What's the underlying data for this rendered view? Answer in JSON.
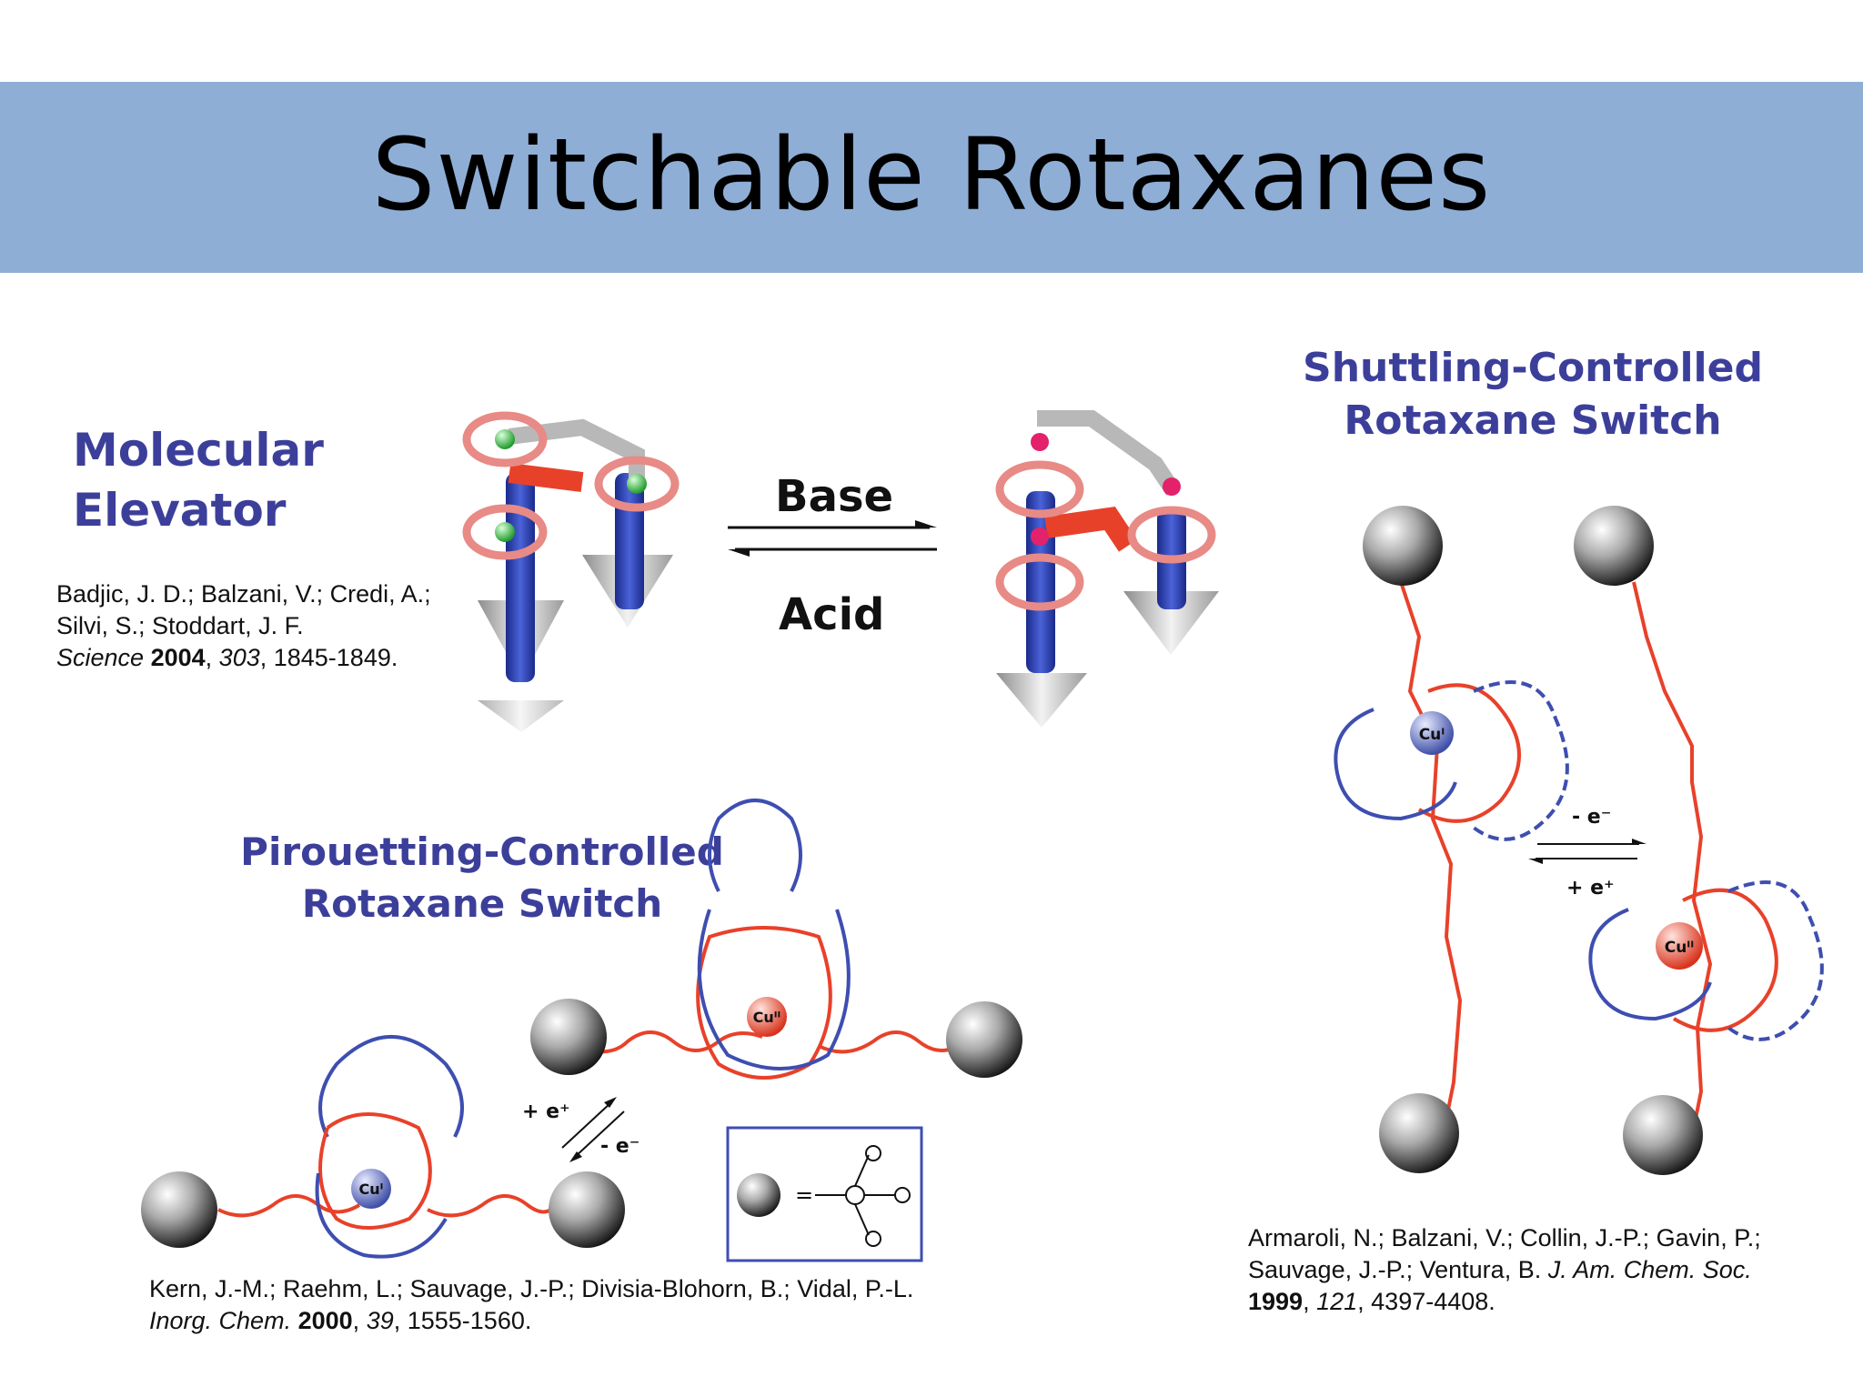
{
  "slide": {
    "title": "Switchable Rotaxanes"
  },
  "elevator": {
    "heading_line1": "Molecular",
    "heading_line2": "Elevator",
    "arrow_top": "Base",
    "arrow_bottom": "Acid",
    "ref_line1": "Badjic, J. D.; Balzani, V.; Credi, A.;",
    "ref_line2": "Silvi, S.; Stoddart, J. F.",
    "ref_journal": "Science",
    "ref_year": "2004",
    "ref_volume": "303",
    "ref_pages": ", 1845-1849."
  },
  "shuttling": {
    "heading_line1": "Shuttling-Controlled",
    "heading_line2": "Rotaxane Switch",
    "arrow_top": "- e⁻",
    "arrow_bottom": "+ e⁺",
    "cu_left": "Cuᴵ",
    "cu_right": "Cuᴵᴵ",
    "ref_line1": "Armaroli, N.; Balzani, V.; Collin, J.-P.; Gavin, P.;",
    "ref_line2_prefix": "Sauvage, J.-P.; Ventura, B. ",
    "ref_journal": "J. Am. Chem. Soc.",
    "ref_year": "1999",
    "ref_volume": "121",
    "ref_pages": ", 4397-4408."
  },
  "pirouetting": {
    "heading_line1": "Pirouetting-Controlled",
    "heading_line2": "Rotaxane Switch",
    "arrow_top": "+ e⁺",
    "arrow_bottom": "- e⁻",
    "cu_top": "Cuᴵᴵ",
    "cu_bottom": "Cuᴵ",
    "legend_equals": "=",
    "ref_line1": "Kern, J.-M.; Raehm, L.; Sauvage, J.-P.; Divisia-Blohorn, B.; Vidal, P.-L.",
    "ref_journal": "Inorg. Chem.",
    "ref_year": "2000",
    "ref_volume": "39",
    "ref_pages": ", 1555-1560."
  },
  "colors": {
    "banner": "#8eaed6",
    "heading": "#3c3f9a",
    "red": "#e8412a",
    "blue": "#3e4eb0"
  }
}
